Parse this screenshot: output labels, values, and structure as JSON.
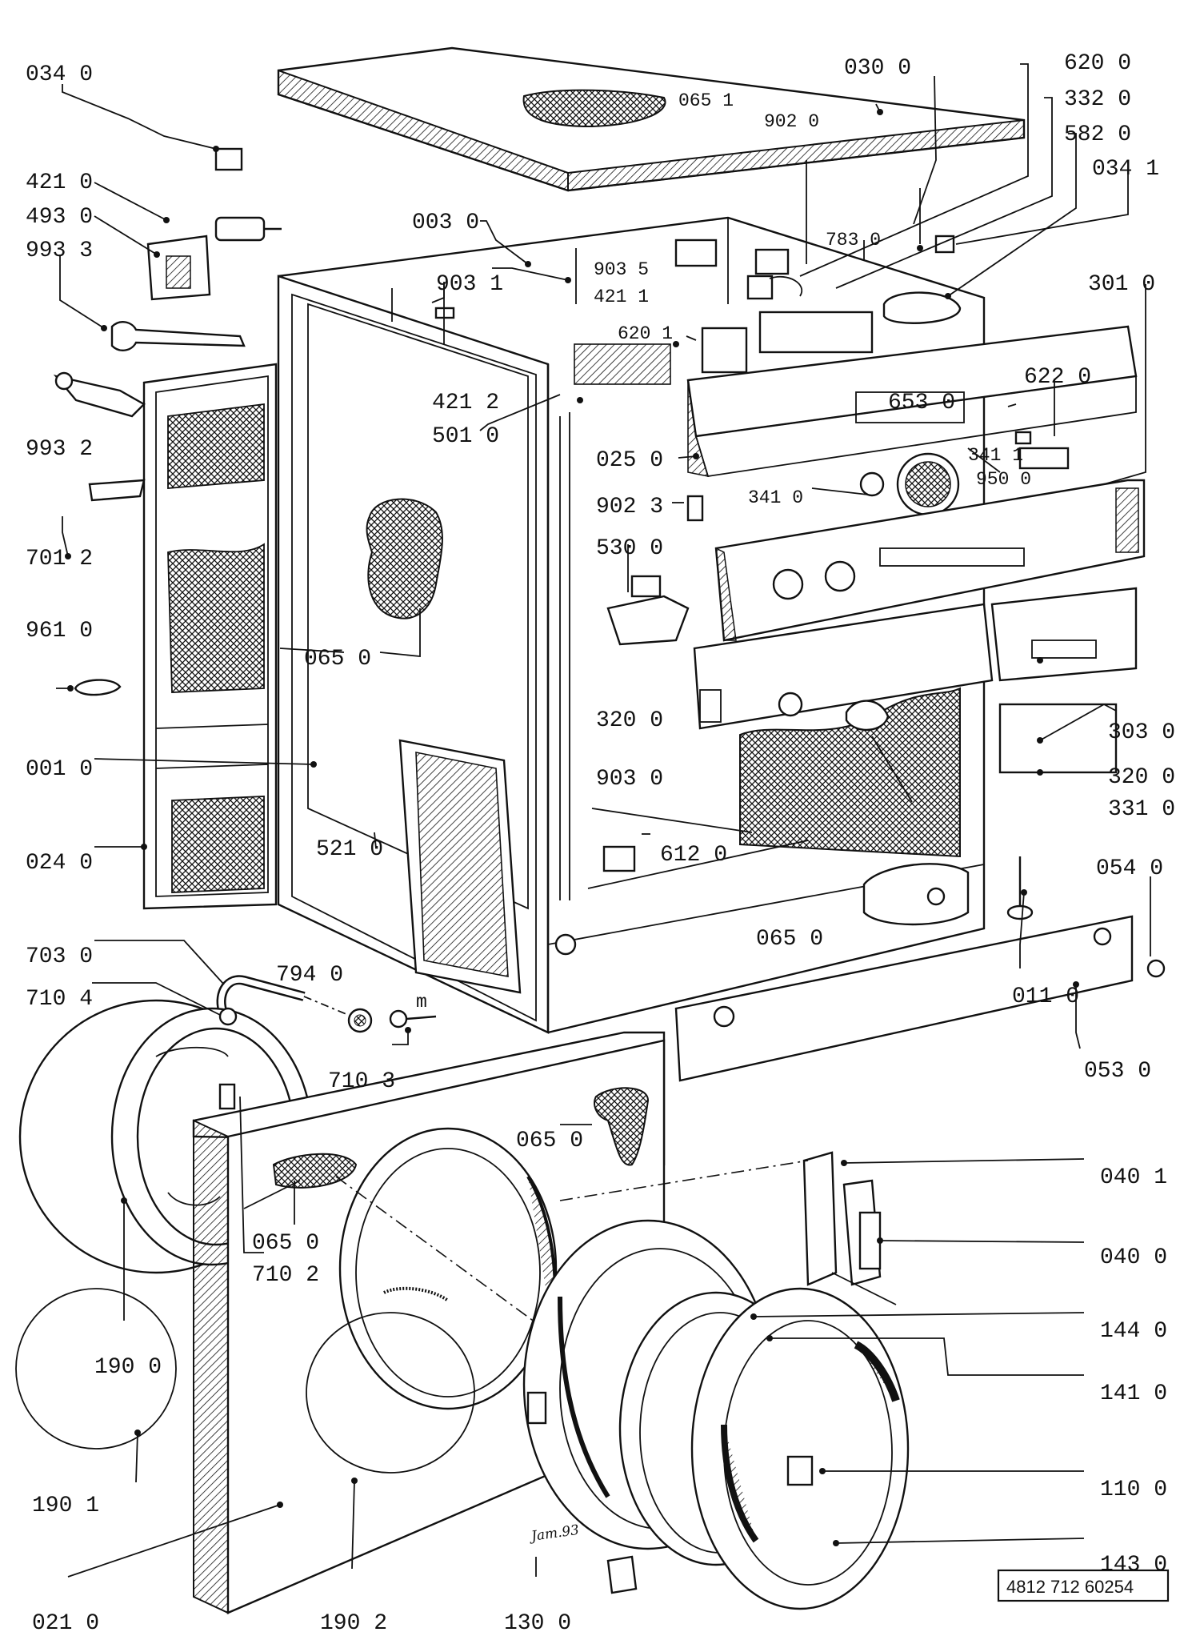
{
  "labels": {
    "l034_0": "034 0",
    "l030_0": "030 0",
    "l065_1": "065 1",
    "l620_0": "620 0",
    "l332_0": "332 0",
    "l902_0": "902 0",
    "l582_0": "582 0",
    "l421_0": "421 0",
    "l493_0": "493 0",
    "l993_3": "993 3",
    "l003_0": "003 0",
    "l783_0": "783 0",
    "l034_1": "034 1",
    "l903_5": "903 5",
    "l421_1": "421 1",
    "l903_1": "903 1",
    "l301_0": "301 0",
    "l620_1": "620 1",
    "l622_0": "622 0",
    "l993_2": "993 2",
    "l421_2": "421 2",
    "l501_0": "501 0",
    "l653_0": "653 0",
    "l025_0": "025 0",
    "l341_1": "341 1",
    "l950_0": "950 0",
    "l341_0": "341 0",
    "l701_2": "701 2",
    "l902_3": "902 3",
    "l530_0": "530 0",
    "l961_0": "961 0",
    "l065_0a": "065 0",
    "l320_0a": "320 0",
    "l303_0": "303 0",
    "l001_0": "001 0",
    "l903_0": "903 0",
    "l320_0b": "320 0",
    "l331_0": "331 0",
    "l024_0": "024 0",
    "l521_0": "521 0",
    "l612_0": "612 0",
    "l054_0": "054 0",
    "l065_0b": "065 0",
    "l703_0": "703 0",
    "l794_0": "794 0",
    "l710_4": "710 4",
    "l011_0": "011 0",
    "l710_3": "710 3",
    "l053_0": "053 0",
    "l065_0c": "065 0",
    "l040_1": "040 1",
    "l065_0d": "065 0",
    "l710_2": "710 2",
    "l040_0": "040 0",
    "l190_0": "190 0",
    "l144_0": "144 0",
    "l141_0": "141 0",
    "l190_1": "190 1",
    "l110_0": "110 0",
    "l143_0": "143 0",
    "l021_0": "021 0",
    "l190_2": "190 2",
    "l130_0": "130 0",
    "m": "m"
  },
  "signature": "Jam.93",
  "doc_number": "4812 712 60254"
}
